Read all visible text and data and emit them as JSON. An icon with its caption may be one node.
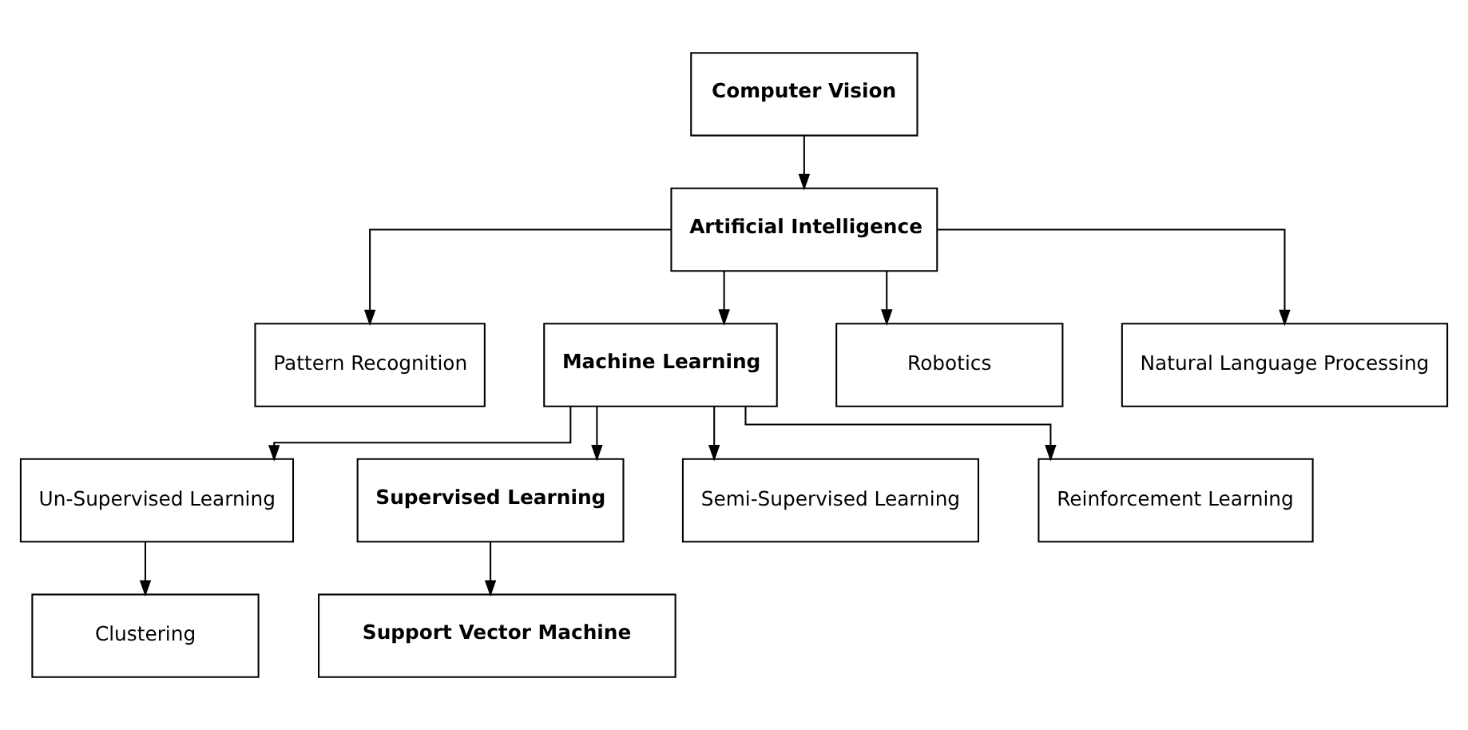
{
  "diagram": {
    "nodes": [
      {
        "text": [
          "Computer Vision"
        ]
      },
      {
        "text": [
          "Artificial Intelligence"
        ]
      },
      {
        "text": [
          "Pattern Recognition"
        ]
      },
      {
        "text": [
          "Machine Learning"
        ]
      },
      {
        "text": [
          "Robotics"
        ]
      },
      {
        "text": [
          "Natural Language Processing"
        ]
      },
      {
        "text": [
          "Un-Supervised Learning"
        ]
      },
      {
        "text": [
          "Supervised Learning"
        ]
      },
      {
        "text": [
          "Semi-Supervised Learning"
        ]
      },
      {
        "text": [
          "Reinforcement Learning"
        ]
      },
      {
        "text": [
          "Clustering"
        ]
      },
      {
        "text": [
          "Support Vector Machine"
        ]
      }
    ],
    "edges": [
      {
        "from": 0,
        "to": 1,
        "arrow": "to"
      },
      {
        "from": 1,
        "to": 2,
        "arrow": "to"
      },
      {
        "from": 1,
        "to": 3,
        "arrow": "to"
      },
      {
        "from": 1,
        "to": 4,
        "arrow": "to"
      },
      {
        "from": 1,
        "to": 5,
        "arrow": "to"
      },
      {
        "from": 3,
        "to": 6,
        "arrow": "to"
      },
      {
        "from": 3,
        "to": 7,
        "arrow": "to"
      },
      {
        "from": 3,
        "to": 8,
        "arrow": "to"
      },
      {
        "from": 3,
        "to": 9,
        "arrow": "to"
      },
      {
        "from": 6,
        "to": 10,
        "arrow": "to"
      },
      {
        "from": 7,
        "to": 11,
        "arrow": "to"
      }
    ]
  }
}
